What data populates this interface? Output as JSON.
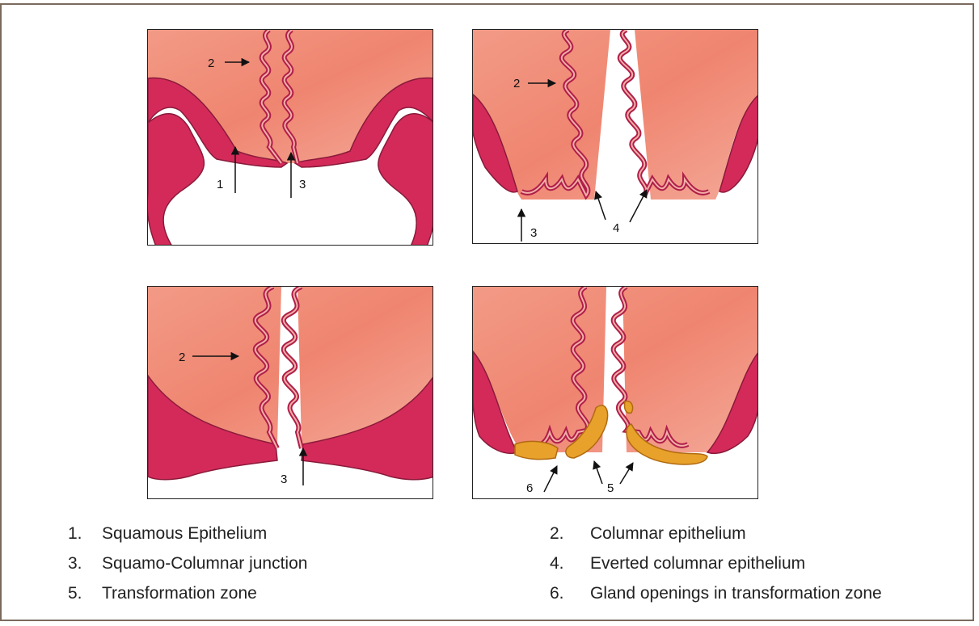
{
  "colors": {
    "stroma": "#f08a78",
    "stroma_light": "#f7b8aa",
    "epithelium": "#d42a5a",
    "epithelium_dark": "#a81a45",
    "gland": "#e8a12a"
  },
  "panels": [
    {
      "name": "panel-1",
      "labels": [
        "2",
        "1",
        "3"
      ]
    },
    {
      "name": "panel-2",
      "labels": [
        "2",
        "3",
        "4"
      ]
    },
    {
      "name": "panel-3",
      "labels": [
        "2",
        "3"
      ]
    },
    {
      "name": "panel-4",
      "labels": [
        "6",
        "5"
      ]
    }
  ],
  "legend": [
    {
      "number": "1.",
      "text": "Squamous Epithelium"
    },
    {
      "number": "2.",
      "text": "Columnar epithelium"
    },
    {
      "number": "3.",
      "text": "Squamo-Columnar junction"
    },
    {
      "number": "4.",
      "text": "Everted columnar epithelium"
    },
    {
      "number": "5.",
      "text": "Transformation zone"
    },
    {
      "number": "6.",
      "text": "Gland openings in transformation zone"
    }
  ]
}
